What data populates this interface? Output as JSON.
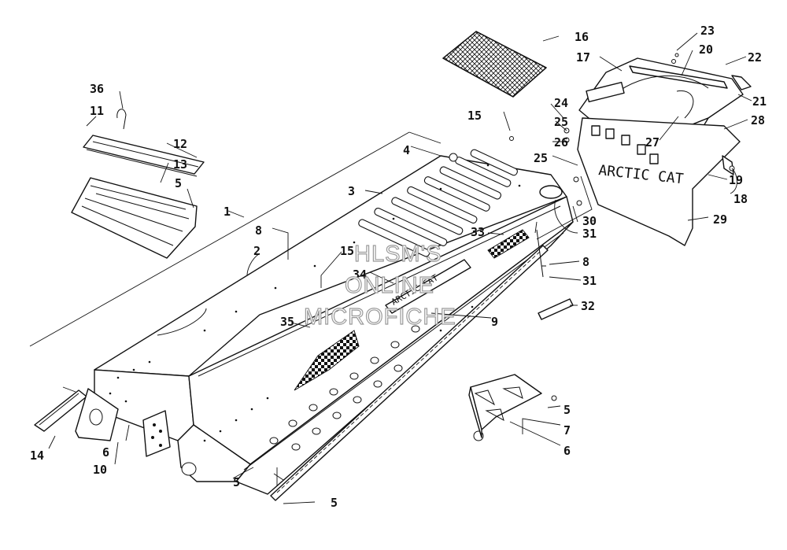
{
  "diagram": {
    "watermark": [
      "HLSM'S",
      "ONLINE",
      "MICROFICHE"
    ],
    "callouts": [
      "36",
      "11",
      "12",
      "13",
      "5",
      "1",
      "8",
      "2",
      "15",
      "34",
      "35",
      "4",
      "3",
      "33",
      "16",
      "17",
      "23",
      "20",
      "22",
      "24",
      "25",
      "26",
      "27",
      "21",
      "28",
      "19",
      "18",
      "29",
      "30",
      "31",
      "8",
      "31",
      "32",
      "9",
      "14",
      "6",
      "10",
      "5",
      "5",
      "7",
      "6",
      "15",
      "25"
    ],
    "decals": {
      "tunnel_script": "ARCTIC CAT",
      "rear_panel_script": "ARCTIC CAT"
    }
  }
}
